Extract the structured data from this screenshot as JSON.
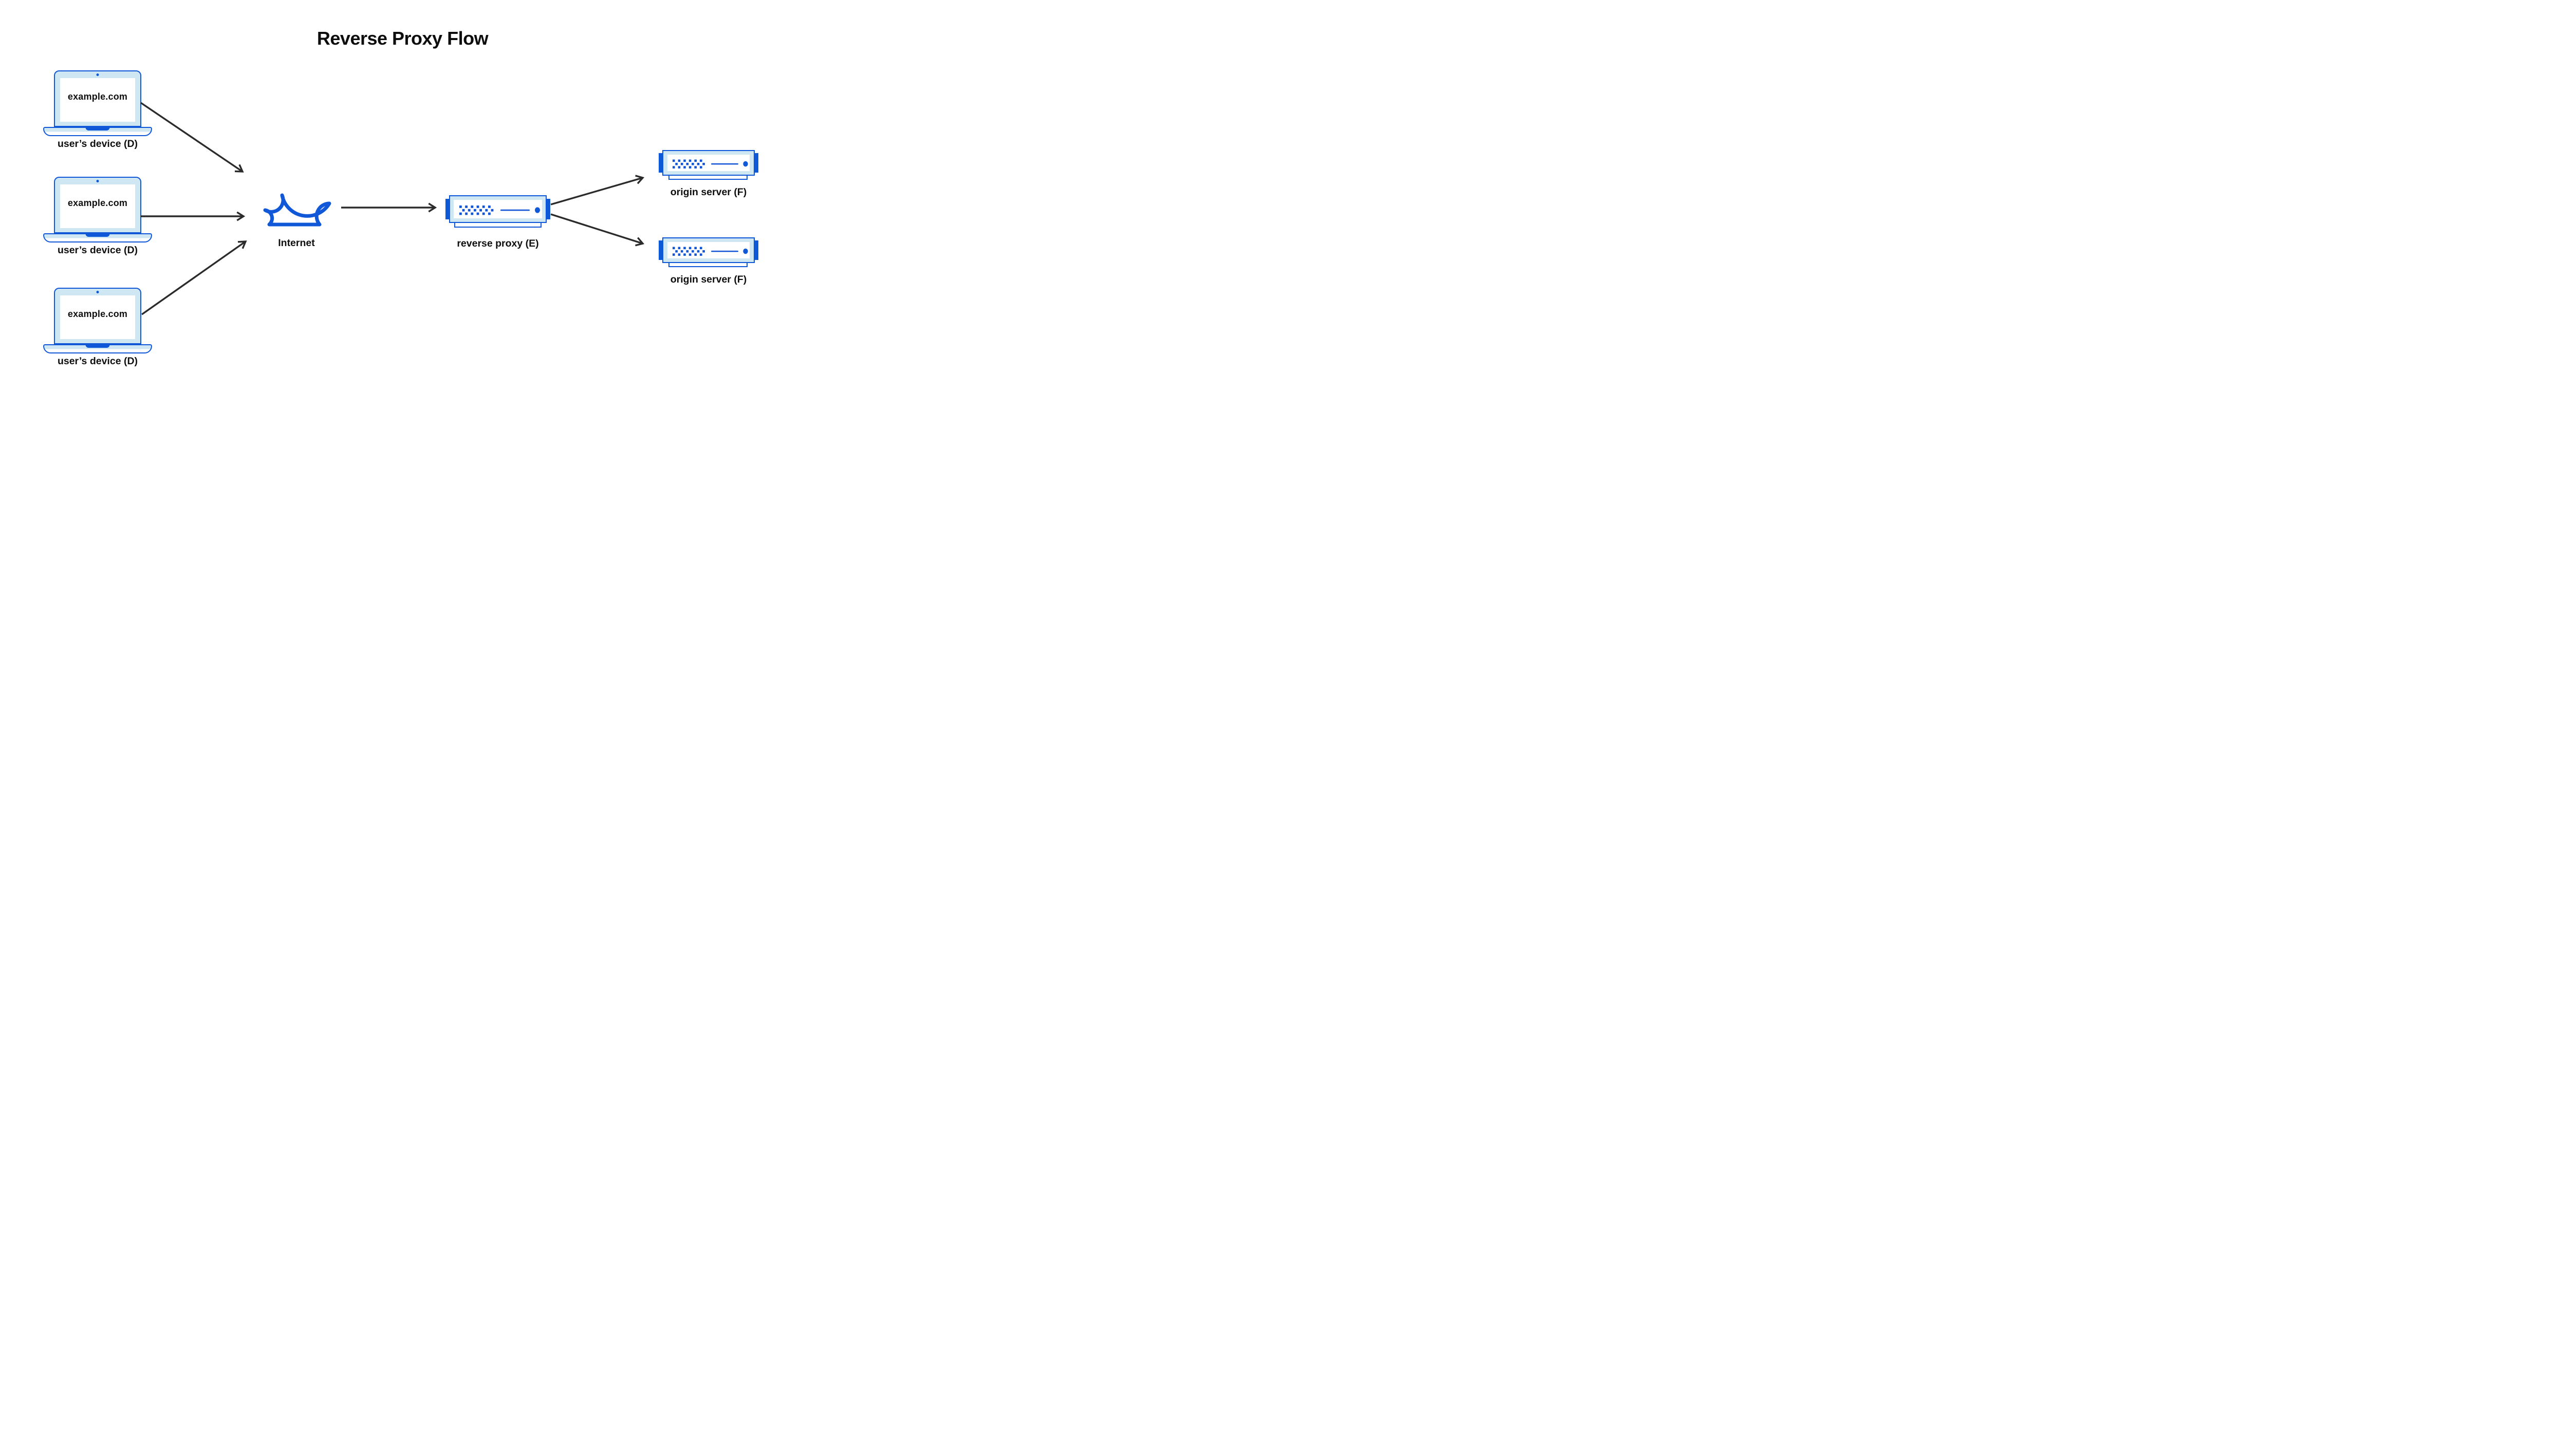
{
  "title": "Reverse Proxy Flow",
  "devices": [
    {
      "screen_text": "example.com",
      "label": "user’s device (D)"
    },
    {
      "screen_text": "example.com",
      "label": "user’s device (D)"
    },
    {
      "screen_text": "example.com",
      "label": "user’s device (D)"
    }
  ],
  "internet": {
    "label": "Internet"
  },
  "proxy": {
    "label": "reverse proxy (E)"
  },
  "origins": [
    {
      "label": "origin server (F)"
    },
    {
      "label": "origin server (F)"
    }
  ],
  "connections": [
    {
      "id": "a1",
      "from": "user-device-1",
      "to": "internet-cloud"
    },
    {
      "id": "a2",
      "from": "user-device-2",
      "to": "internet-cloud"
    },
    {
      "id": "a3",
      "from": "user-device-3",
      "to": "internet-cloud"
    },
    {
      "id": "a4",
      "from": "internet-cloud",
      "to": "reverse-proxy"
    },
    {
      "id": "a5",
      "from": "reverse-proxy",
      "to": "origin-server-1"
    },
    {
      "id": "a6",
      "from": "reverse-proxy",
      "to": "origin-server-2"
    }
  ],
  "colors": {
    "blue": "#1158d9",
    "light_blue": "#cee7f3",
    "arrow": "#2b2b2b",
    "text": "#0e0e0e"
  }
}
